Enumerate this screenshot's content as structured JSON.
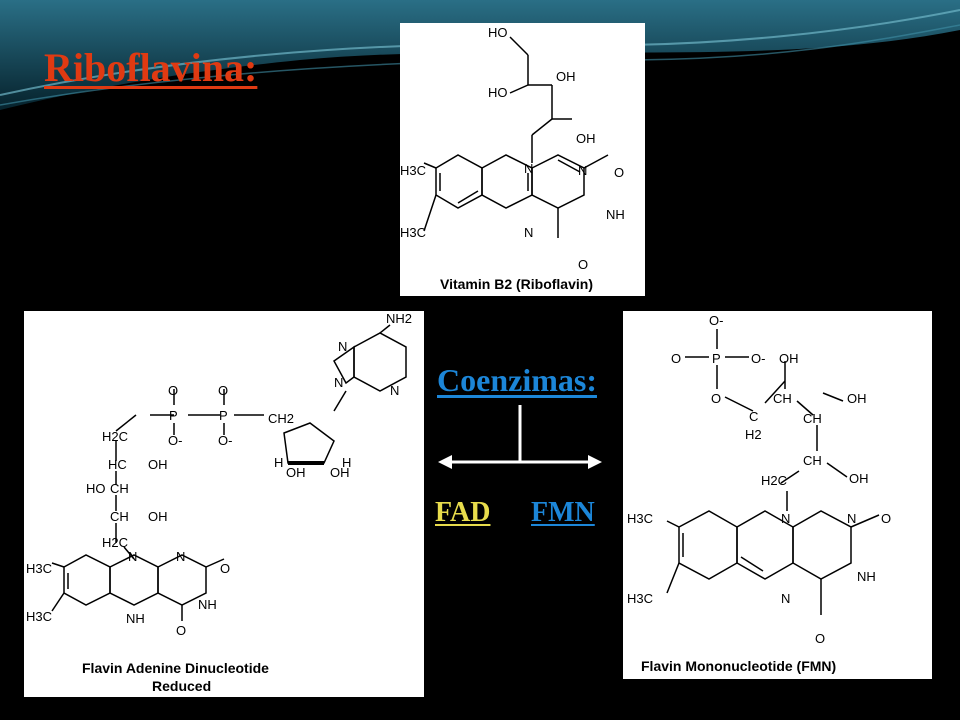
{
  "slide": {
    "title": "Riboflavina:",
    "coenzymes_label": "Coenzimas:",
    "fad_label": "FAD",
    "fmn_label": "FMN"
  },
  "riboflavin_panel": {
    "caption": "Vitamin B2 (Riboflavin)",
    "labels": {
      "ho_top": "HO",
      "ho_left": "HO",
      "oh_1": "OH",
      "oh_2": "OH",
      "n": "N",
      "o": "O",
      "nh": "NH",
      "h3c": "H3C"
    }
  },
  "fad_panel": {
    "caption_line1": "Flavin Adenine Dinucleotide",
    "caption_line2": "Reduced",
    "labels": {
      "nh2": "NH2",
      "p": "P",
      "o": "O",
      "o_minus": "O-",
      "ch2": "CH2",
      "h2c": "H2C",
      "hc": "HC",
      "ho_ch": "HO",
      "ch": "CH",
      "oh": "OH",
      "h": "H",
      "n": "N",
      "nh": "NH",
      "h3c": "H3C"
    }
  },
  "fmn_panel": {
    "caption": "Flavin Mononucleotide (FMN)",
    "labels": {
      "o_minus": "O-",
      "p": "P",
      "o": "O",
      "c": "C",
      "h2": "H2",
      "ch": "CH",
      "oh": "OH",
      "h2c": "H2C",
      "n": "N",
      "nh": "NH",
      "h3c": "H3C"
    }
  },
  "colors": {
    "title": "#e03a12",
    "coenzymes": "#1c86d8",
    "fad": "#e8dc4c",
    "fmn": "#1c86d8",
    "background": "#000000"
  }
}
